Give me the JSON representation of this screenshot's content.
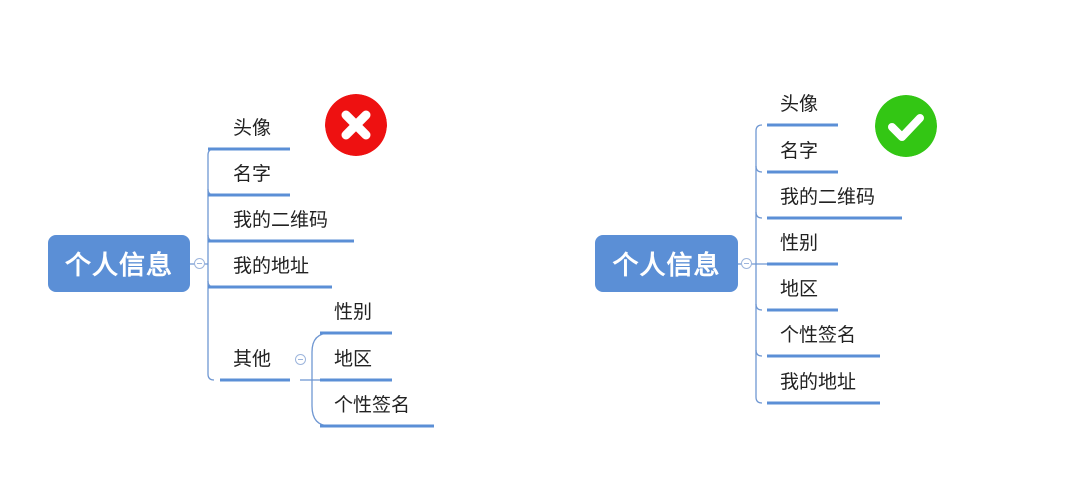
{
  "colors": {
    "root_fill": "#5b8fd6",
    "branch_line": "#6f97d2",
    "underline": "#5b8fd6",
    "wrong_badge": "#ee1111",
    "right_badge": "#33c614",
    "text": "#222222"
  },
  "left_map": {
    "verdict": "wrong",
    "verdict_icon": "x-circle-icon",
    "root": "个人信息",
    "children": [
      {
        "label": "头像"
      },
      {
        "label": "名字"
      },
      {
        "label": "我的二维码"
      },
      {
        "label": "我的地址"
      },
      {
        "label": "其他",
        "children": [
          {
            "label": "性别"
          },
          {
            "label": "地区"
          },
          {
            "label": "个性签名"
          }
        ]
      }
    ]
  },
  "right_map": {
    "verdict": "correct",
    "verdict_icon": "check-circle-icon",
    "root": "个人信息",
    "children": [
      {
        "label": "头像"
      },
      {
        "label": "名字"
      },
      {
        "label": "我的二维码"
      },
      {
        "label": "性别"
      },
      {
        "label": "地区"
      },
      {
        "label": "个性签名"
      },
      {
        "label": "我的地址"
      }
    ]
  }
}
